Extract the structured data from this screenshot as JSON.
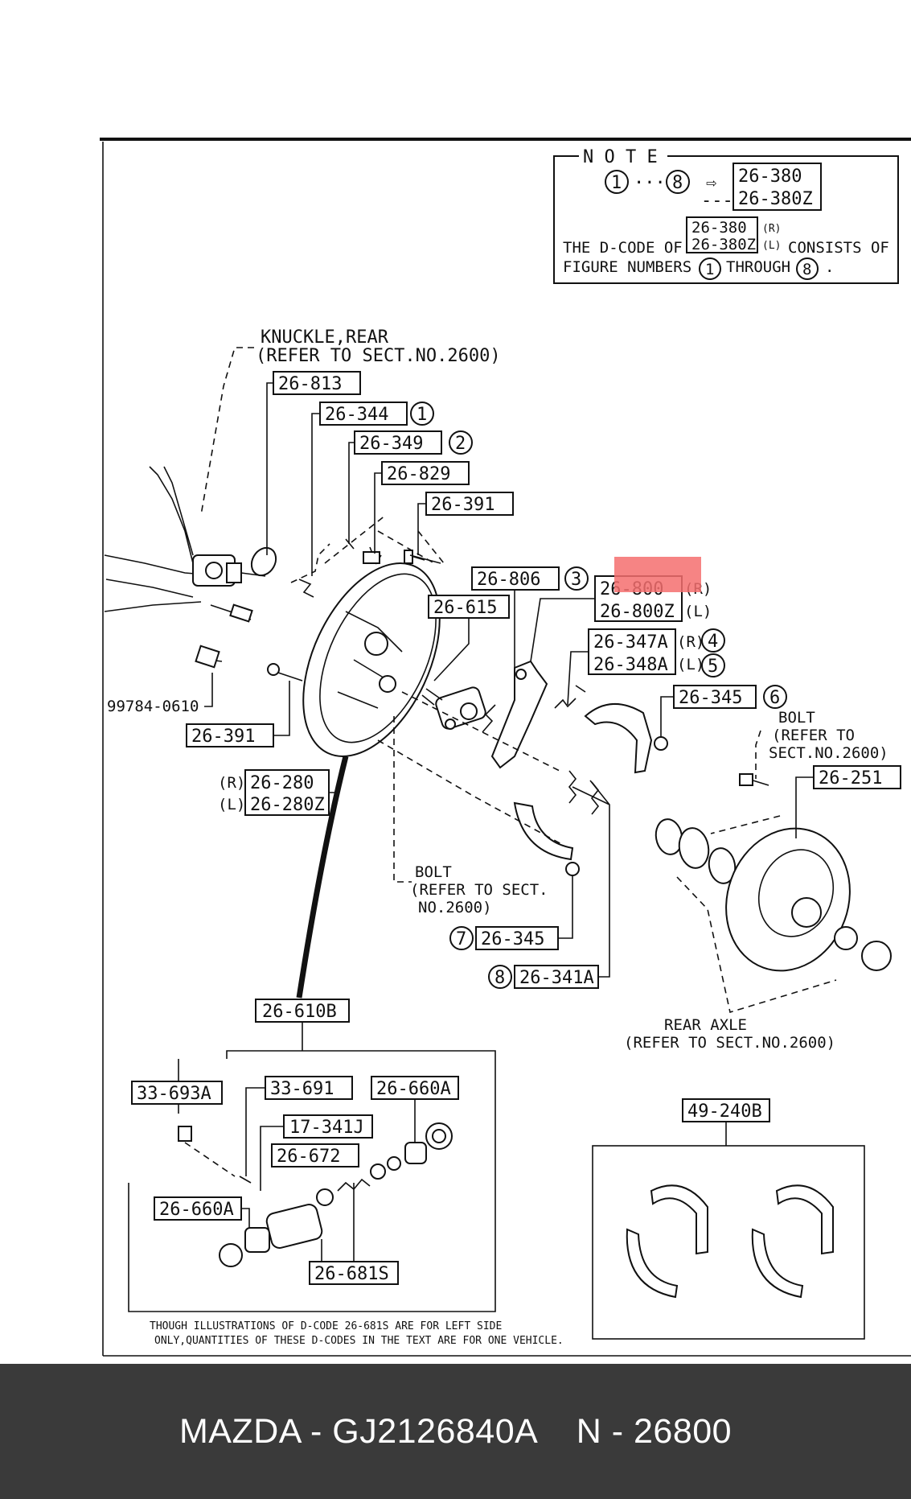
{
  "note": {
    "title": "N O T E",
    "range_start": "1",
    "range_end": "8",
    "codes": [
      "26-380",
      "26-380Z"
    ],
    "line1_prefix": "THE D-CODE OF",
    "line1_codes": [
      "26-380",
      "26-380Z"
    ],
    "line1_sides": [
      "(R)",
      "(L)"
    ],
    "line1_suffix": "CONSISTS OF",
    "line2_prefix": "FIGURE NUMBERS",
    "line2_start": "1",
    "line2_mid": "THROUGH",
    "line2_end": "8",
    "line2_suffix": "."
  },
  "callouts": {
    "knuckle": [
      "KNUCKLE,REAR",
      "(REFER TO SECT.NO.2600)"
    ],
    "bolt_upper": [
      "BOLT",
      "(REFER TO",
      "SECT.NO.2600)"
    ],
    "bolt_lower": [
      "BOLT",
      "(REFER TO SECT.",
      "NO.2600)"
    ],
    "rear_axle": [
      "REAR AXLE",
      "(REFER TO SECT.NO.2600)"
    ]
  },
  "parts": {
    "p26_813": "26-813",
    "p26_344": "26-344",
    "p26_349": "26-349",
    "p26_829": "26-829",
    "p26_391_top": "26-391",
    "p26_806": "26-806",
    "p26_615": "26-615",
    "p26_800": "26-800",
    "p26_800z": "26-800Z",
    "p26_347a": "26-347A",
    "p26_348a": "26-348A",
    "p26_345_top": "26-345",
    "p26_251": "26-251",
    "p99784": "99784-0610",
    "p26_391_left": "26-391",
    "p26_280": "26-280",
    "p26_280z": "26-280Z",
    "p26_345_bottom": "26-345",
    "p26_341a": "26-341A",
    "p26_610b": "26-610B",
    "p33_693a": "33-693A",
    "p33_691": "33-691",
    "p26_660a_top": "26-660A",
    "p17_341j": "17-341J",
    "p26_672": "26-672",
    "p26_660a_left": "26-660A",
    "p26_681s": "26-681S",
    "p49_240b": "49-240B"
  },
  "side_marks": {
    "r": "(R)",
    "l": "(L)"
  },
  "refs": {
    "r1": "1",
    "r2": "2",
    "r3": "3",
    "r4": "4",
    "r5": "5",
    "r6": "6",
    "r7": "7",
    "r8": "8"
  },
  "footnote": [
    "THOUGH ILLUSTRATIONS OF D-CODE 26-681S ARE FOR LEFT SIDE",
    "ONLY,QUANTITIES OF THESE D-CODES IN THE TEXT ARE FOR ONE VEHICLE."
  ],
  "caption": "MAZDA - GJ2126840A    N - 26800",
  "colors": {
    "highlight": "#f46e6e",
    "bar": "#3a3a3a",
    "caption_text": "#ffffff"
  }
}
